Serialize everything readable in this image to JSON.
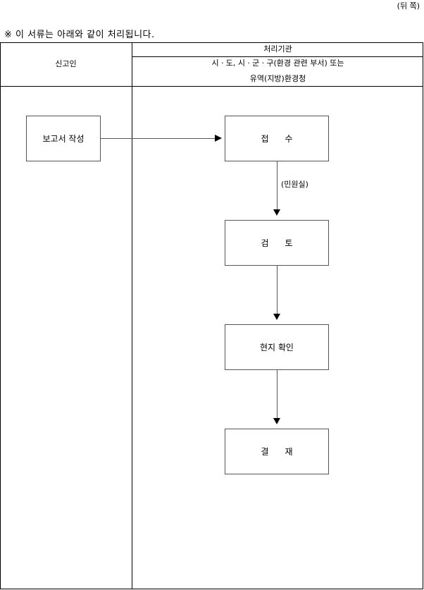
{
  "page_header": "(뒤 쪽)",
  "note": "※ 이 서류는 아래와 같이 처리됩니다.",
  "table": {
    "applicant_header": "신고인",
    "agency_header": "처리기관",
    "agency_detail_line1": "시ㆍ도, 시ㆍ군ㆍ구(환경 관련 부서) 또는",
    "agency_detail_line2": "유역(지방)환경청"
  },
  "flow": {
    "applicant_step": "보고서 작성",
    "steps": [
      "접      수",
      "검      토",
      "현지 확인",
      "결      재"
    ],
    "receipt_label": "(민원실)"
  }
}
